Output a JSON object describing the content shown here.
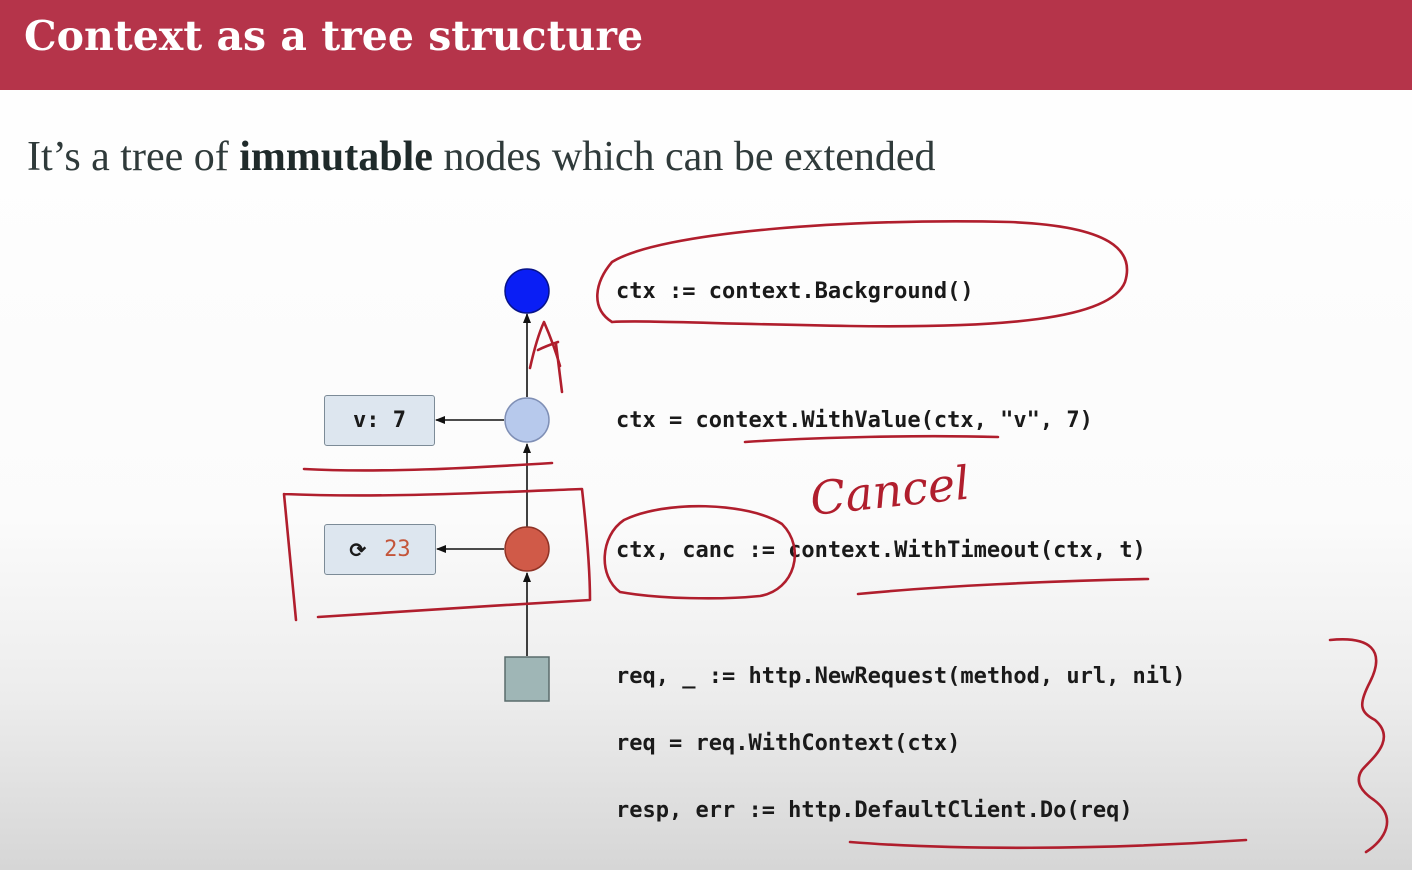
{
  "slide": {
    "title": "Context as a tree structure",
    "subtitle": {
      "before": "It’s a tree of ",
      "bold": "immutable",
      "after": " nodes which can be extended"
    }
  },
  "tree": {
    "value_box": {
      "key": "v:",
      "value": "7"
    },
    "timeout_box": {
      "icon": "timer-icon",
      "symbol": "⟳",
      "value": "23"
    }
  },
  "code_lines": [
    "ctx := context.Background()",
    "ctx = context.WithValue(ctx, \"v\", 7)",
    "ctx, canc := context.WithTimeout(ctx, t)",
    "req, _ := http.NewRequest(method, url, nil)",
    "req = req.WithContext(ctx)",
    "resp, err := http.DefaultClient.Do(req)"
  ],
  "annotation": {
    "handwritten_text": "Cancel"
  },
  "colors": {
    "header": "#b5344a",
    "node_root": "#0a1ef5",
    "node_value": "#b7c9ec",
    "node_timeout": "#d05a48",
    "node_request": "#9fb6b6",
    "ink": "#b01e2d"
  }
}
